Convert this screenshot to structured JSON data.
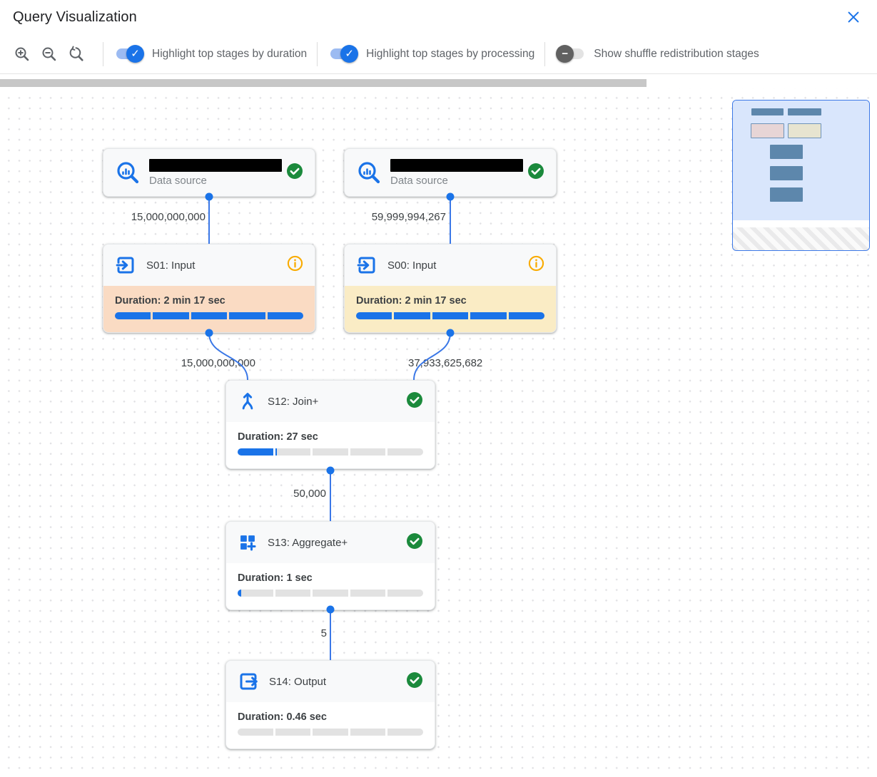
{
  "header": {
    "title": "Query Visualization"
  },
  "toolbar": {
    "zoom_buttons": [
      {
        "name": "zoom-in"
      },
      {
        "name": "zoom-out"
      },
      {
        "name": "zoom-reset"
      }
    ],
    "toggles": [
      {
        "label": "Highlight top stages by duration",
        "state": "on"
      },
      {
        "label": "Highlight top stages by processing",
        "state": "on"
      },
      {
        "label": "Show shuffle redistribution stages",
        "state": "off"
      }
    ]
  },
  "colors": {
    "accent_blue": "#1a73e8",
    "edge_blue": "#3b78e7",
    "success_green": "#1b8a3c",
    "warning_amber": "#f9ab00",
    "duration_highlight": "#fadbc3",
    "processing_highlight": "#faecc5"
  },
  "graph": {
    "data_sources": [
      {
        "label": "Data source",
        "status": "completed",
        "name_redacted": true
      },
      {
        "label": "Data source",
        "status": "completed",
        "name_redacted": true
      }
    ],
    "stages": [
      {
        "id": "S01",
        "title": "S01: Input",
        "icon": "input-icon",
        "status": "info",
        "duration": "Duration: 2 min 17 sec",
        "progress_pct": 100,
        "highlight": "duration"
      },
      {
        "id": "S00",
        "title": "S00: Input",
        "icon": "input-icon",
        "status": "info",
        "duration": "Duration: 2 min 17 sec",
        "progress_pct": 100,
        "highlight": "processing"
      },
      {
        "id": "S12",
        "title": "S12: Join+",
        "icon": "join-icon",
        "status": "completed",
        "duration": "Duration: 27 sec",
        "progress_pct": 21,
        "highlight": "none"
      },
      {
        "id": "S13",
        "title": "S13: Aggregate+",
        "icon": "aggregate-icon",
        "status": "completed",
        "duration": "Duration: 1 sec",
        "progress_pct": 2,
        "highlight": "none"
      },
      {
        "id": "S14",
        "title": "S14: Output",
        "icon": "output-icon",
        "status": "completed",
        "duration": "Duration: 0.46 sec",
        "progress_pct": 0,
        "highlight": "none"
      }
    ],
    "edge_labels": [
      "15,000,000,000",
      "59,999,994,267",
      "15,000,000,000",
      "37,933,625,682",
      "50,000",
      "5"
    ]
  }
}
